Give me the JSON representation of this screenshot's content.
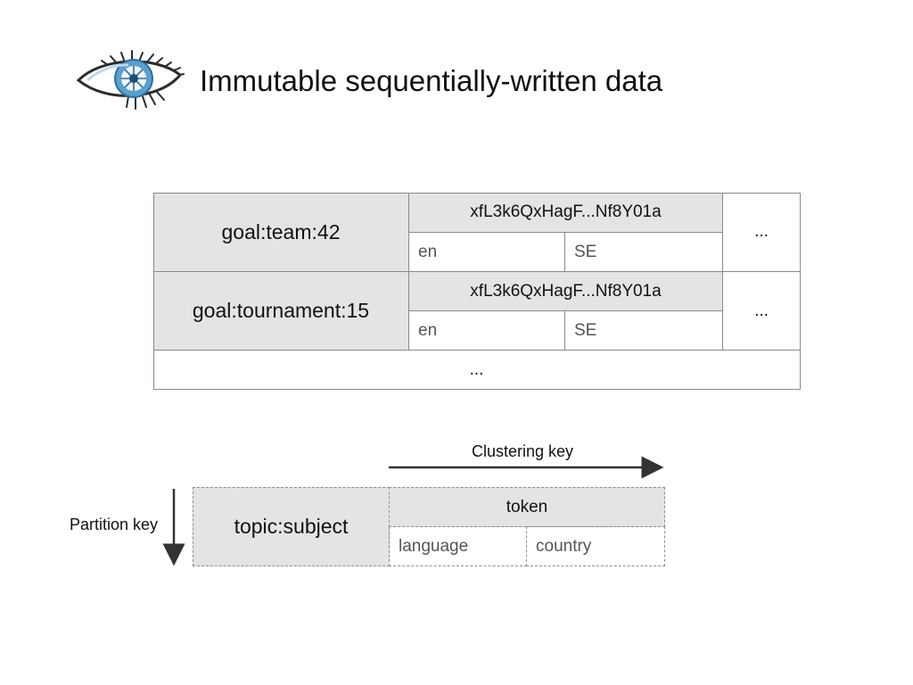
{
  "title": "Immutable sequentially-written data",
  "icons": {
    "logo": "cassandra-eye-logo"
  },
  "colors": {
    "cell_shade": "#e4e4e4",
    "border": "#8a8a8a",
    "muted_text": "#555555",
    "arrow": "#333333"
  },
  "table": {
    "rows": [
      {
        "key": "goal:team:42",
        "token": "xfL3k6QxHagF...Nf8Y01a",
        "language": "en",
        "country": "SE",
        "more": "..."
      },
      {
        "key": "goal:tournament:15",
        "token": "xfL3k6QxHagF...Nf8Y01a",
        "language": "en",
        "country": "SE",
        "more": "..."
      }
    ],
    "more_rows": "..."
  },
  "schema": {
    "clustering_key_label": "Clustering key",
    "partition_key_label": "Partition key",
    "partition_key": "topic:subject",
    "token": "token",
    "language": "language",
    "country": "country"
  }
}
